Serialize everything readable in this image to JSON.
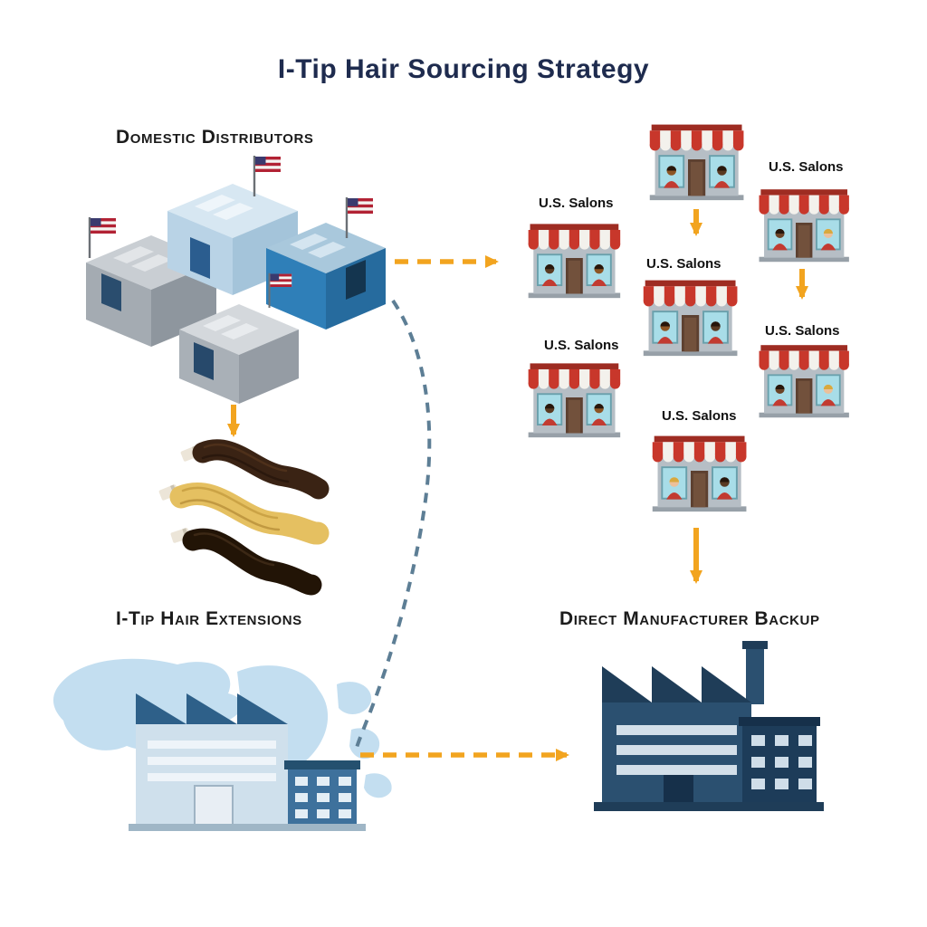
{
  "title": "I-Tip Hair Sourcing Strategy",
  "labels": {
    "domestic_distributors": "Domestic Distributors",
    "itip_hair_extensions": "I-Tip Hair Extensions",
    "direct_manufacturer_backup": "Direct Manufacturer Backup"
  },
  "salon_labels": [
    {
      "label": "U.S. Salons"
    },
    {
      "label": "U.S. Salons"
    },
    {
      "label": "U.S. Salons"
    },
    {
      "label": "U.S. Salons"
    },
    {
      "label": "U.S. Salons"
    },
    {
      "label": "U.S. Salons"
    }
  ],
  "diagram": {
    "nodes": [
      {
        "id": "domestic-distributors",
        "label": "Domestic Distributors",
        "type": "warehouse-cluster-with-us-flags"
      },
      {
        "id": "us-salons",
        "label": "U.S. Salons",
        "type": "storefront-grid",
        "storefront_count": 7
      },
      {
        "id": "itip-hair-extensions",
        "label": "I-Tip Hair Extensions",
        "type": "hair-bundles-illustration"
      },
      {
        "id": "overseas-factory",
        "label": "",
        "type": "factory-on-world-map"
      },
      {
        "id": "direct-manufacturer-backup",
        "label": "Direct Manufacturer Backup",
        "type": "factory"
      }
    ],
    "edges": [
      {
        "from": "domestic-distributors",
        "to": "us-salons",
        "style": "dashed-orange-arrow"
      },
      {
        "from": "domestic-distributors",
        "to": "itip-hair-extensions",
        "style": "solid-orange-arrow"
      },
      {
        "from": "us-salons",
        "to": "us-salons",
        "style": "solid-orange-down-arrows"
      },
      {
        "from": "domestic-distributors",
        "to": "overseas-factory",
        "style": "dashed-slate-curve"
      },
      {
        "from": "overseas-factory",
        "to": "direct-manufacturer-backup",
        "style": "dashed-orange-arrow"
      },
      {
        "from": "us-salons",
        "to": "direct-manufacturer-backup",
        "style": "solid-orange-arrow"
      }
    ]
  },
  "colors": {
    "arrow_orange": "#F2A41F",
    "curve_slate": "#5D7E95",
    "title_navy": "#1E2B4E",
    "awning_red": "#C8372B",
    "warehouse_blue": "#2F7FB8",
    "factory_navy": "#2B5070",
    "map_blue": "#C3DEF0",
    "hair_dark_brown": "#3A2314",
    "hair_blonde": "#E5C061",
    "flag_red": "#B22234",
    "flag_canton_blue": "#3A3A6E"
  }
}
